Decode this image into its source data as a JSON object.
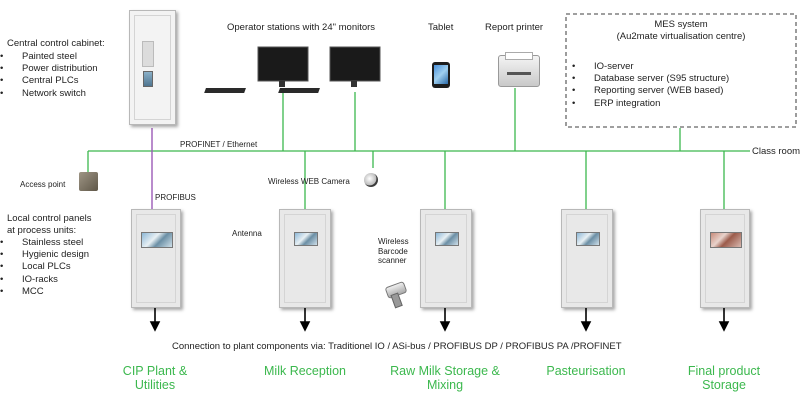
{
  "cabinet": {
    "title": "Central control cabinet:",
    "items": [
      "Painted steel",
      "Power distribution",
      "Central PLCs",
      "Network switch"
    ]
  },
  "operator_label": "Operator stations with 24\" monitors",
  "tablet_label": "Tablet",
  "printer_label": "Report printer",
  "mes": {
    "title": "MES system",
    "subtitle": "(Au2mate virtualisation centre)",
    "items": [
      "IO-server",
      "Database server (S95 structure)",
      "Reporting server (WEB based)",
      "ERP integration"
    ]
  },
  "network_label": "PROFINET / Ethernet",
  "classroom_label": "Class room",
  "access_point_label": "Access point",
  "profibus_label": "PROFIBUS",
  "camera_label": "Wireless WEB Camera",
  "antenna_label": "Antenna",
  "scanner_label": "Wireless\nBarcode\nscanner",
  "local": {
    "title1": "Local control panels",
    "title2": "at process units:",
    "items": [
      "Stainless steel",
      "Hygienic design",
      "Local PLCs",
      "IO-racks",
      "MCC"
    ]
  },
  "connection_label": "Connection to plant components via: Traditionel IO / ASi-bus / PROFIBUS DP / PROFIBUS PA /PROFINET",
  "units": [
    "CIP Plant & Utilities",
    "Milk Reception",
    "Raw Milk Storage & Mixing",
    "Pasteurisation",
    "Final product Storage"
  ],
  "colors": {
    "network": "#3cb84e",
    "profibus": "#9b59b6",
    "unit_label": "#3cb84e"
  }
}
